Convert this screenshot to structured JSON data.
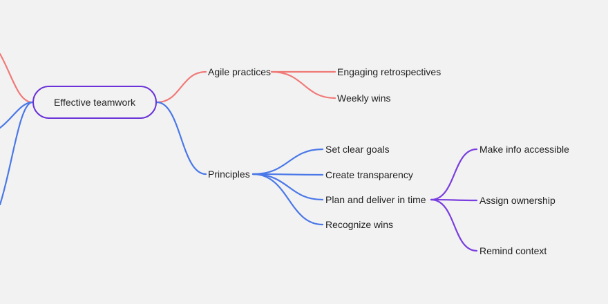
{
  "colors": {
    "red": "#f07a78",
    "blue": "#4a78e8",
    "purple": "#7a3ee0",
    "root_border": "#6a32d8",
    "background": "#f2f2f2"
  },
  "mindmap": {
    "root": {
      "label": "Effective teamwork"
    },
    "branches": [
      {
        "label": "Agile practices",
        "color": "red",
        "children": [
          {
            "label": "Engaging retrospectives"
          },
          {
            "label": "Weekly wins"
          }
        ]
      },
      {
        "label": "Principles",
        "color": "blue",
        "children": [
          {
            "label": "Set clear goals"
          },
          {
            "label": "Create transparency"
          },
          {
            "label": "Plan and deliver in time",
            "color": "purple",
            "children": [
              {
                "label": "Make info accessible"
              },
              {
                "label": "Assign ownership"
              },
              {
                "label": "Remind context"
              }
            ]
          },
          {
            "label": "Recognize wins"
          }
        ]
      }
    ]
  }
}
